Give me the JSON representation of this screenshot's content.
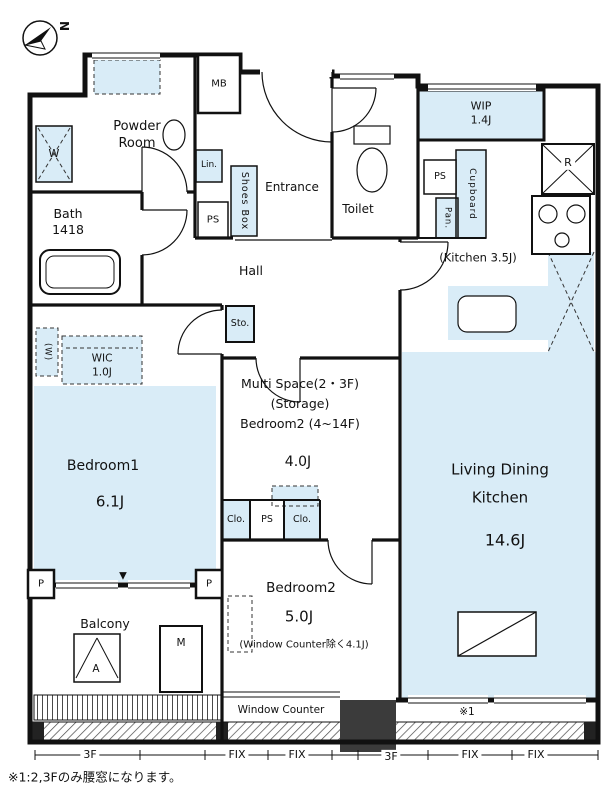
{
  "colors": {
    "room_fill": "#d9ecf7",
    "wall": "#111111",
    "hatch_dark": "#3b3b3b"
  },
  "compass": {
    "letter": "N"
  },
  "rooms": {
    "powder": "Powder\nRoom",
    "bath": "Bath\n1418",
    "entrance": "Entrance",
    "toilet": "Toilet",
    "hall": "Hall",
    "wip": "WIP\n1.4J",
    "kitchen": "(Kitchen 3.5J)",
    "wic": "WIC\n1.0J",
    "bedroom1": "Bedroom1",
    "bedroom1_area": "6.1J",
    "multi_line1": "Multi Space(2・3F)",
    "multi_line2": "(Storage)",
    "multi_line3": "Bedroom2 (4~14F)",
    "multi_area": "4.0J",
    "ldk_line1": "Living Dining",
    "ldk_line2": "Kitchen",
    "ldk_area": "14.6J",
    "bedroom2": "Bedroom2",
    "bedroom2_area": "5.0J",
    "bedroom2_note": "(Window Counter除く4.1J)",
    "balcony": "Balcony",
    "window_counter": "Window Counter"
  },
  "fixtures": {
    "w": "W",
    "w_paren": "(W)",
    "mb": "MB",
    "lin": "Lin.",
    "ps": "PS",
    "shoes_box": "Shoes Box",
    "pan": "Pan.",
    "cupboard": "Cupboard",
    "sto": "Sto.",
    "clo": "Clo.",
    "r": "R",
    "p": "P",
    "m": "M",
    "a": "A",
    "entry_marker": "▼"
  },
  "bottom": {
    "f3": "3F",
    "fix": "FIX",
    "ref": "※1"
  },
  "note": "※1:2,3Fのみ腰窓になります。"
}
